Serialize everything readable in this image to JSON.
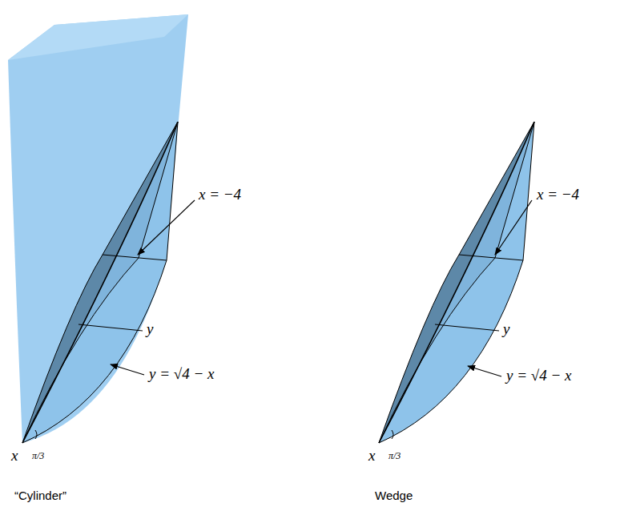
{
  "diagram": {
    "labels": [
      "x = −4",
      "y",
      "y = √4 − x",
      "x",
      "π/3",
      "“Cylinder”",
      "x = −4",
      "y",
      "y = √4 − x",
      "x",
      "π/3",
      "Wedge"
    ]
  }
}
